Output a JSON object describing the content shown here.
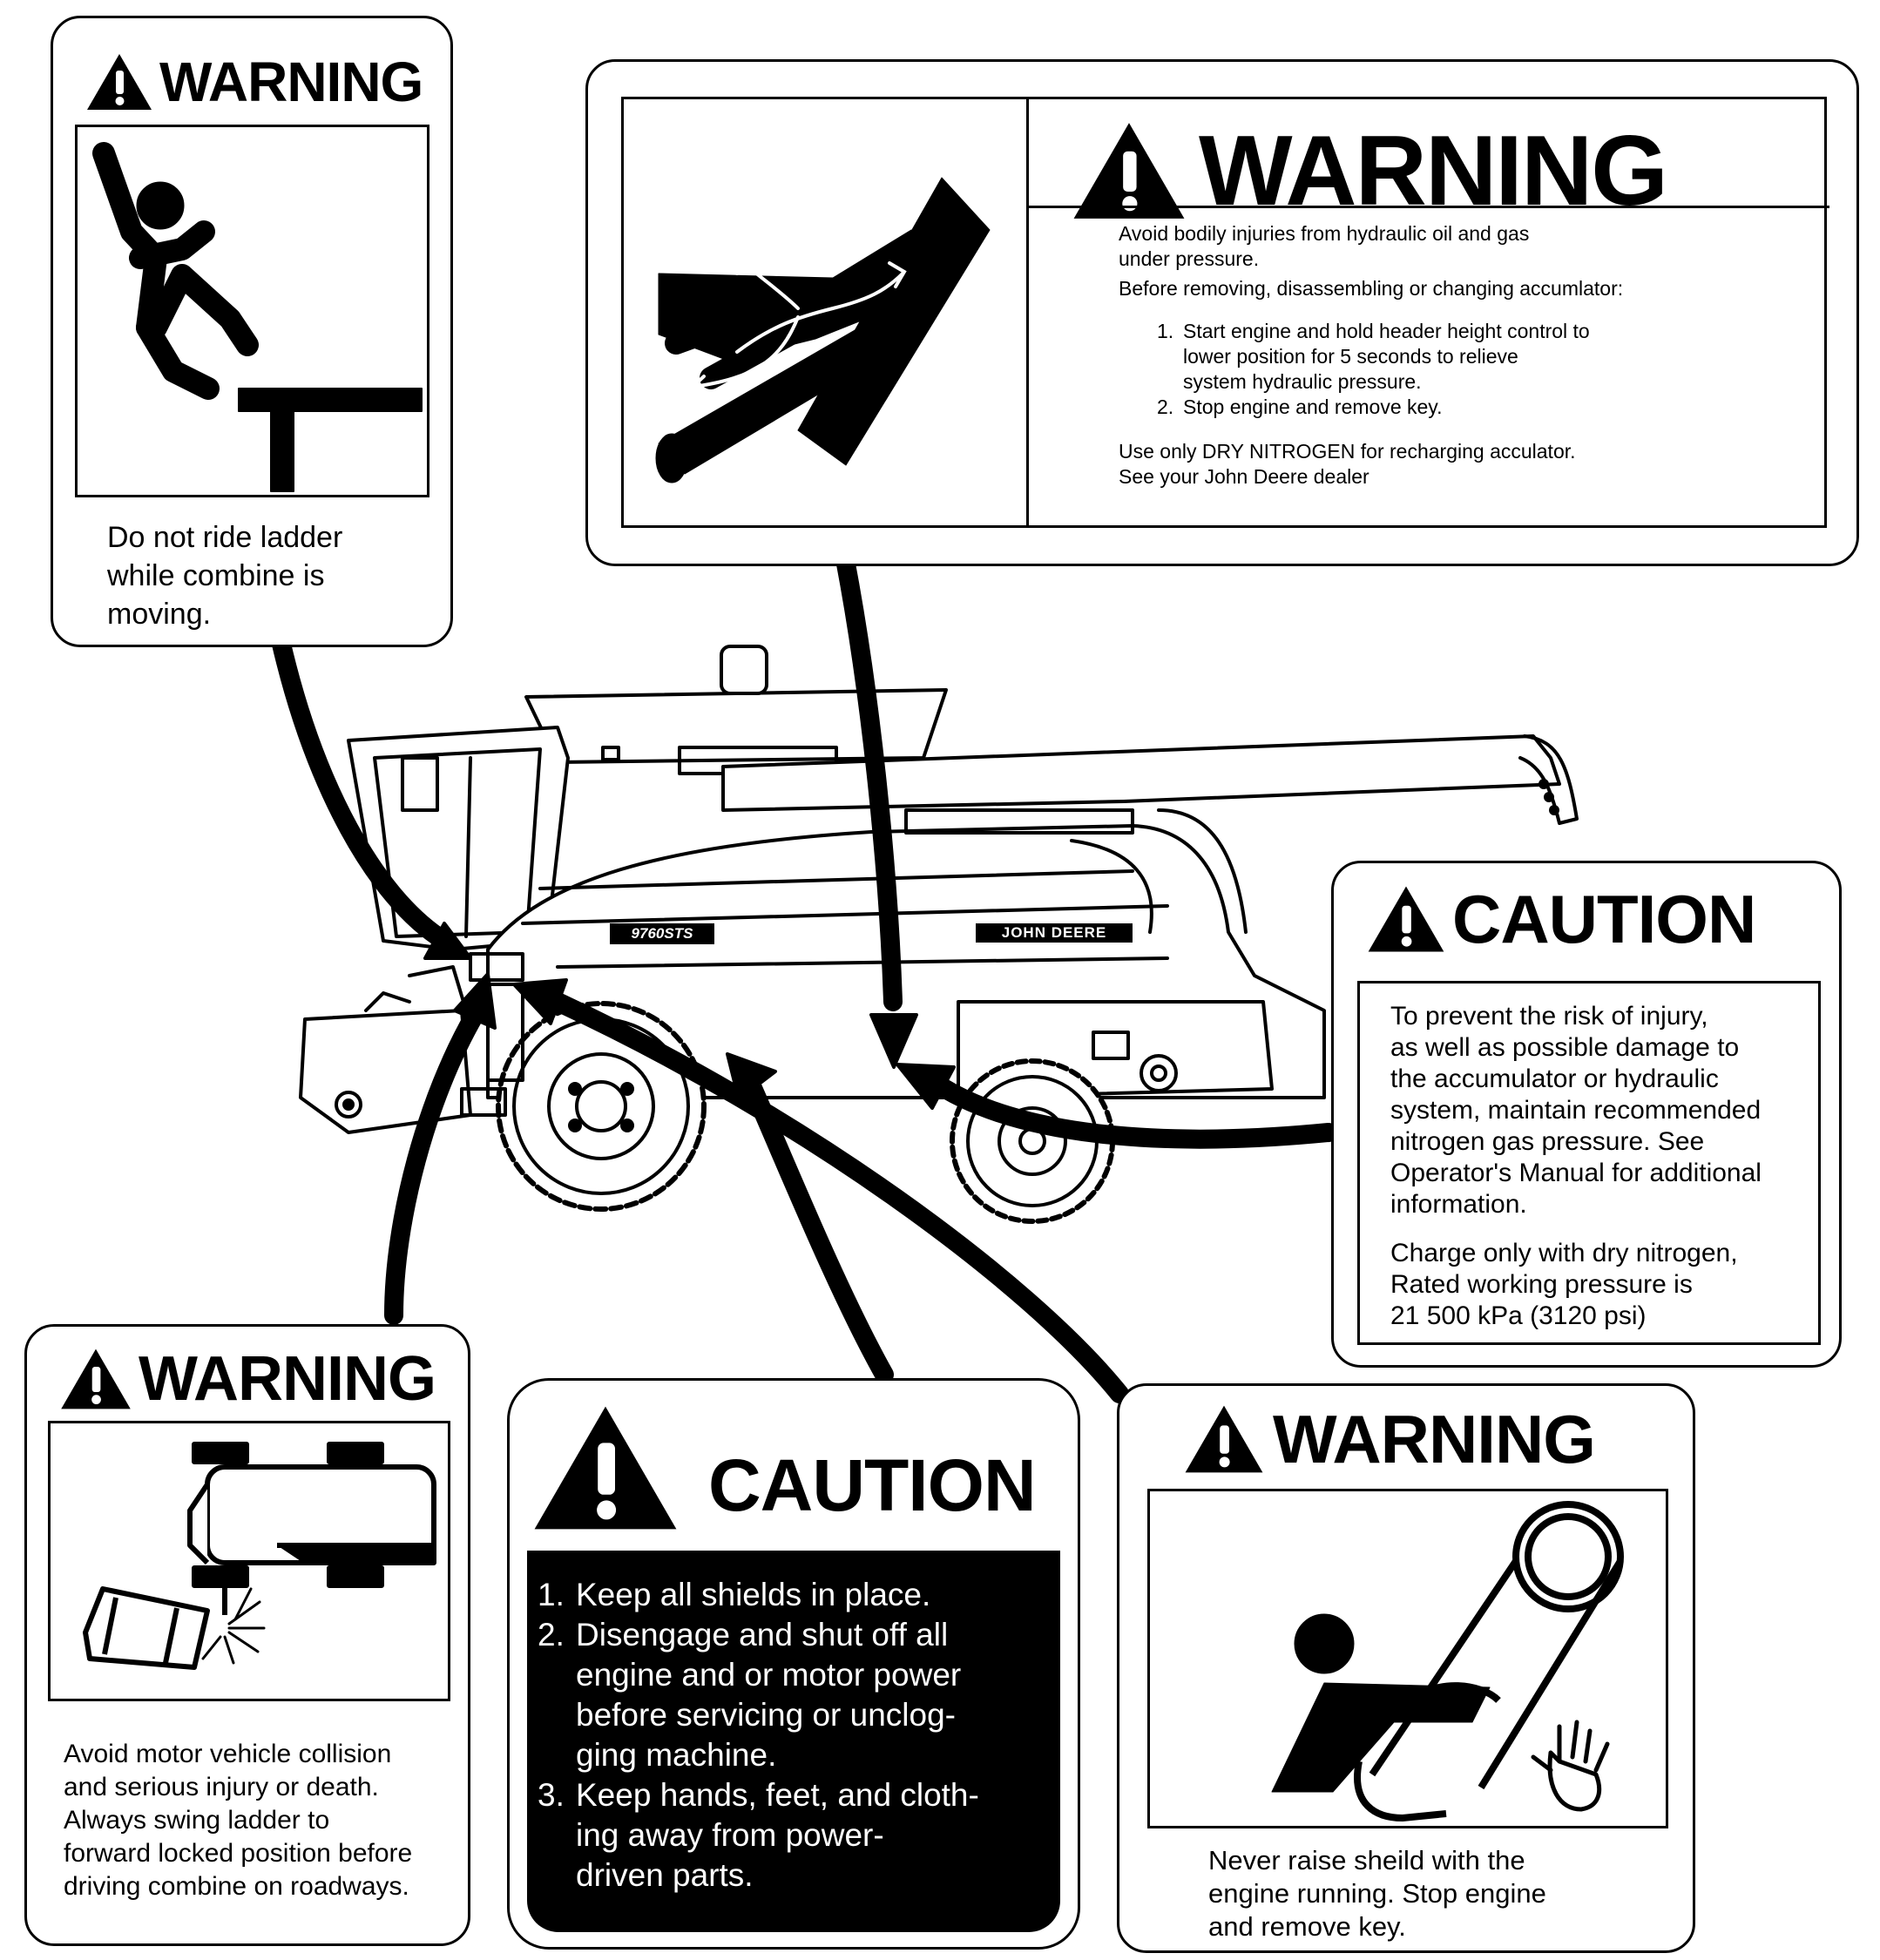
{
  "ladder_warning": {
    "signal": "WARNING",
    "icon": "person-falling-from-ladder-icon",
    "lines": [
      "Do not ride ladder",
      "while combine is",
      "moving."
    ]
  },
  "hydraulic_warning": {
    "signal": "WARNING",
    "icon": "hand-injected-by-hydraulic-fluid-icon",
    "intro": [
      "Avoid bodily injuries from hydraulic oil and gas",
      "under pressure."
    ],
    "before": "Before removing, disassembling or changing accumlator:",
    "steps": [
      {
        "num": "1.",
        "lines": [
          "Start engine and hold header height control to",
          "lower position for 5 seconds to relieve",
          "system hydraulic pressure."
        ]
      },
      {
        "num": "2.",
        "lines": [
          "Stop engine and remove key."
        ]
      }
    ],
    "closing": [
      "Use only DRY NITROGEN for recharging acculator.",
      "See your John Deere dealer"
    ]
  },
  "combine": {
    "model_label": "9760STS",
    "brand_label": "JOHN DEERE"
  },
  "accumulator_caution": {
    "signal": "CAUTION",
    "paragraph1": [
      "To prevent the risk of injury,",
      "as well as possible damage to",
      "the accumulator or hydraulic",
      "system, maintain recommended",
      "nitrogen gas pressure.  See",
      "Operator's Manual for additional",
      "information."
    ],
    "paragraph2": [
      "Charge only with dry nitrogen,",
      "Rated working pressure is",
      "21 500 kPa (3120 psi)"
    ]
  },
  "roadway_warning": {
    "signal": "WARNING",
    "icon": "vehicle-collision-with-ladder-icon",
    "lines": [
      "Avoid motor vehicle collision",
      "and serious injury or death.",
      "Always swing ladder to",
      "forward locked position before",
      "driving combine on roadways."
    ]
  },
  "shields_caution": {
    "signal": "CAUTION",
    "items": [
      {
        "num": "1.",
        "lines": [
          "Keep all shields in place."
        ]
      },
      {
        "num": "2.",
        "lines": [
          "Disengage and shut off all",
          "engine and or motor power",
          "before servicing or unclog-",
          "ging machine."
        ]
      },
      {
        "num": "3.",
        "lines": [
          "Keep hands, feet, and cloth-",
          "ing away from power-",
          "driven parts."
        ]
      }
    ]
  },
  "belt_warning": {
    "signal": "WARNING",
    "icon": "belt-entanglement-hand-icon",
    "lines": [
      "Never raise sheild with the",
      "engine running. Stop engine",
      "and remove key."
    ]
  }
}
